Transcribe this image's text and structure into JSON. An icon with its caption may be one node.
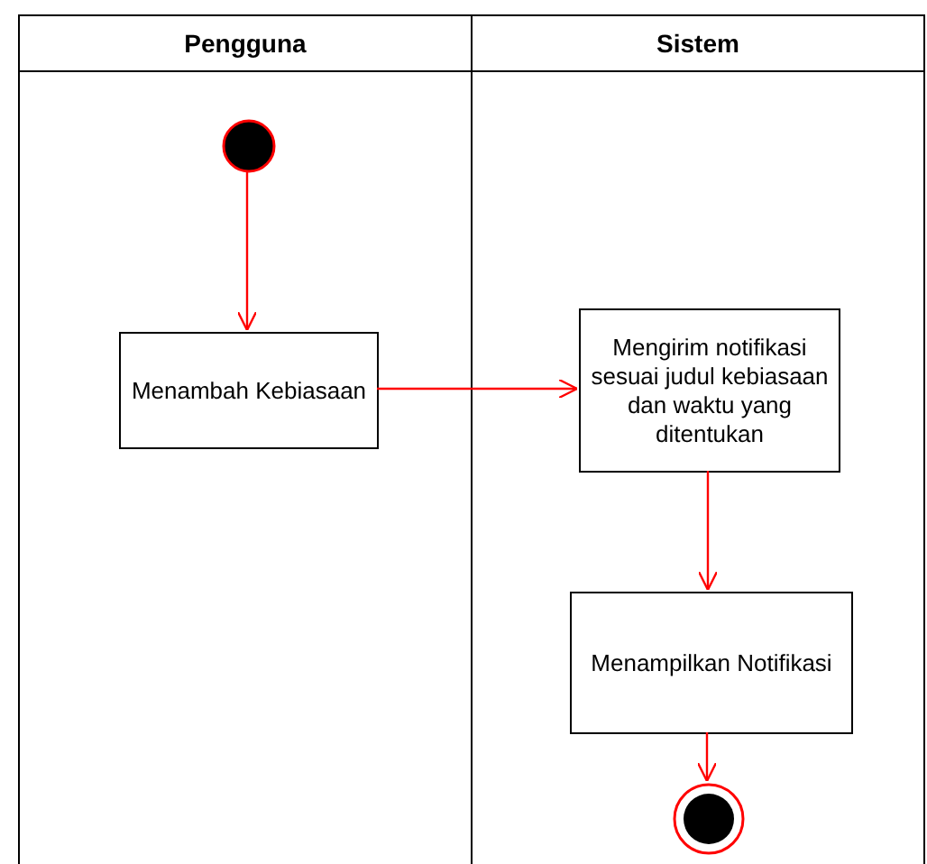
{
  "diagram": {
    "nodes": [
      {
        "text": [
          "Pengguna"
        ]
      },
      {
        "text": [
          "Sistem"
        ]
      },
      {
        "text": [],
        "shape": "circle",
        "in": 0
      },
      {
        "text": [
          "Menambah Kebiasaan"
        ],
        "in": 0
      },
      {
        "text": [
          "Mengirim notifikasi sesuai judul kebiasaan dan waktu yang ditentukan"
        ],
        "in": 1
      },
      {
        "text": [
          "Menampilkan Notifikasi"
        ],
        "in": 1
      },
      {
        "text": [],
        "shape": "circle",
        "in": 1
      }
    ],
    "edges": [
      {
        "from": 2,
        "to": 3,
        "arrow": "to"
      },
      {
        "from": 3,
        "to": 4,
        "arrow": "to"
      },
      {
        "from": 4,
        "to": 5,
        "arrow": "to"
      },
      {
        "from": 5,
        "to": 6,
        "arrow": "to"
      }
    ]
  }
}
